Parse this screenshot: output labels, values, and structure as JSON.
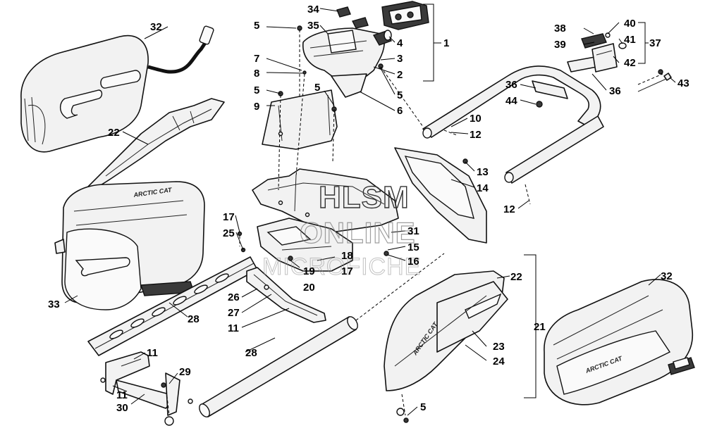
{
  "watermark": {
    "line1": "HLSM",
    "line2": "ONLINE",
    "line3": "MICROFICHE"
  },
  "brand_text": "ARCTIC CAT",
  "callouts": [
    {
      "id": "c32a",
      "text": "32"
    },
    {
      "id": "c22a",
      "text": "22"
    },
    {
      "id": "c33",
      "text": "33"
    },
    {
      "id": "c28a",
      "text": "28"
    },
    {
      "id": "c11a",
      "text": "11"
    },
    {
      "id": "c11b",
      "text": "11"
    },
    {
      "id": "c30",
      "text": "30"
    },
    {
      "id": "c29",
      "text": "29"
    },
    {
      "id": "c28b",
      "text": "28"
    },
    {
      "id": "c17a",
      "text": "17"
    },
    {
      "id": "c25",
      "text": "25"
    },
    {
      "id": "c26",
      "text": "26"
    },
    {
      "id": "c27",
      "text": "27"
    },
    {
      "id": "c11c",
      "text": "11"
    },
    {
      "id": "c18",
      "text": "18"
    },
    {
      "id": "c19",
      "text": "19"
    },
    {
      "id": "c17b",
      "text": "17"
    },
    {
      "id": "c20",
      "text": "20"
    },
    {
      "id": "c34",
      "text": "34"
    },
    {
      "id": "c35",
      "text": "35"
    },
    {
      "id": "c5a",
      "text": "5"
    },
    {
      "id": "c7",
      "text": "7"
    },
    {
      "id": "c8",
      "text": "8"
    },
    {
      "id": "c5b",
      "text": "5"
    },
    {
      "id": "c9",
      "text": "9"
    },
    {
      "id": "c5c",
      "text": "5"
    },
    {
      "id": "c4",
      "text": "4"
    },
    {
      "id": "c3",
      "text": "3"
    },
    {
      "id": "c2",
      "text": "2"
    },
    {
      "id": "c1",
      "text": "1"
    },
    {
      "id": "c5d",
      "text": "5"
    },
    {
      "id": "c6",
      "text": "6"
    },
    {
      "id": "c38",
      "text": "38"
    },
    {
      "id": "c39",
      "text": "39"
    },
    {
      "id": "c40",
      "text": "40"
    },
    {
      "id": "c41",
      "text": "41"
    },
    {
      "id": "c42",
      "text": "42"
    },
    {
      "id": "c37",
      "text": "37"
    },
    {
      "id": "c43",
      "text": "43"
    },
    {
      "id": "c36a",
      "text": "36"
    },
    {
      "id": "c44",
      "text": "44"
    },
    {
      "id": "c36b",
      "text": "36"
    },
    {
      "id": "c10",
      "text": "10"
    },
    {
      "id": "c12a",
      "text": "12"
    },
    {
      "id": "c13",
      "text": "13"
    },
    {
      "id": "c14",
      "text": "14"
    },
    {
      "id": "c12b",
      "text": "12"
    },
    {
      "id": "c31",
      "text": "31"
    },
    {
      "id": "c15",
      "text": "15"
    },
    {
      "id": "c16",
      "text": "16"
    },
    {
      "id": "c22b",
      "text": "22"
    },
    {
      "id": "c21",
      "text": "21"
    },
    {
      "id": "c23",
      "text": "23"
    },
    {
      "id": "c24",
      "text": "24"
    },
    {
      "id": "c32b",
      "text": "32"
    },
    {
      "id": "c5e",
      "text": "5"
    }
  ]
}
